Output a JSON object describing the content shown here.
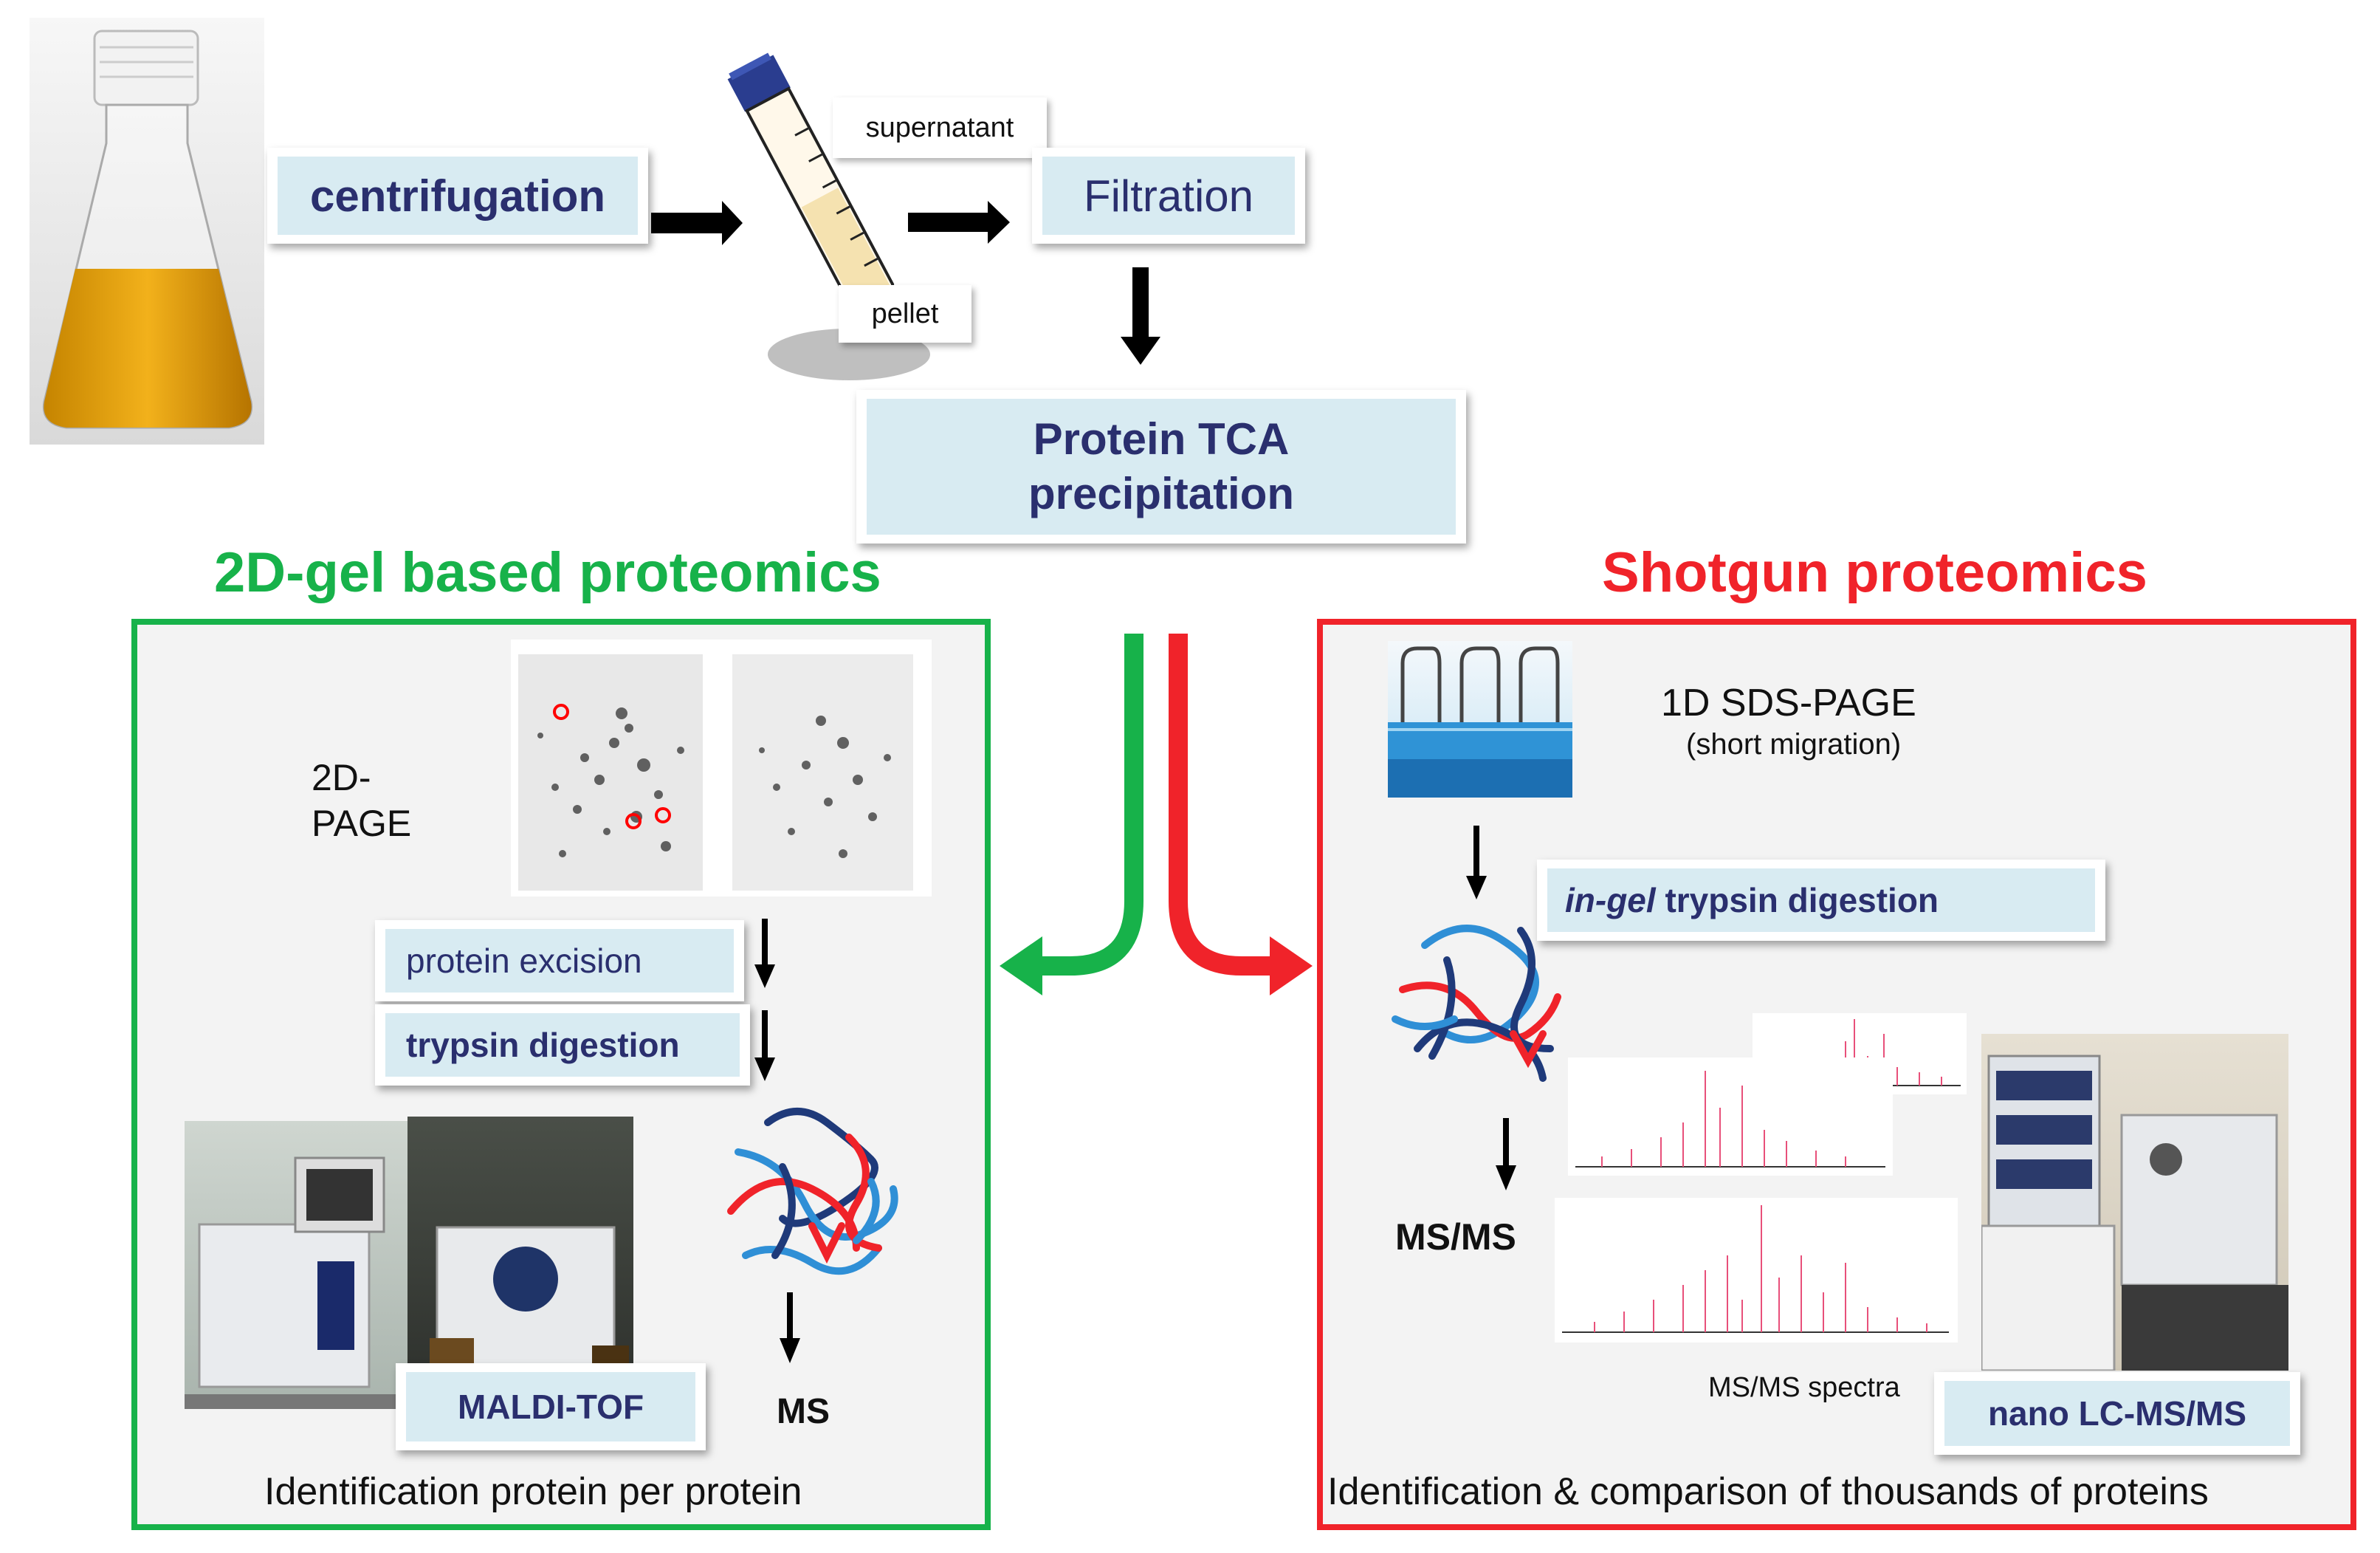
{
  "top": {
    "centrifugation": "centrifugation",
    "supernatant": "supernatant",
    "pellet": "pellet",
    "filtration": "Filtration",
    "tca_line1": "Protein TCA",
    "tca_line2": "precipitation"
  },
  "left": {
    "title": "2D-gel based proteomics",
    "page_line1": "2D-",
    "page_line2": "PAGE",
    "excision": "protein excision",
    "trypsin": "trypsin digestion",
    "maldi": "MALDI-TOF",
    "ms": "MS",
    "footer": "Identification protein per protein"
  },
  "right": {
    "title": "Shotgun proteomics",
    "sds_page": "1D SDS-PAGE",
    "sds_note": "(short migration)",
    "ingel_italic": "in-gel",
    "ingel_rest": " trypsin digestion",
    "msms": "MS/MS",
    "spectra_label": "MS/MS spectra",
    "nano": "nano LC-MS/MS",
    "footer": "Identification & comparison of thousands of proteins"
  },
  "colors": {
    "green": "#17b24a",
    "red": "#f0232a",
    "label_navy": "#2a2f6e",
    "label_bg": "#d8ebf2",
    "panel_bg": "#f3f3f3"
  }
}
